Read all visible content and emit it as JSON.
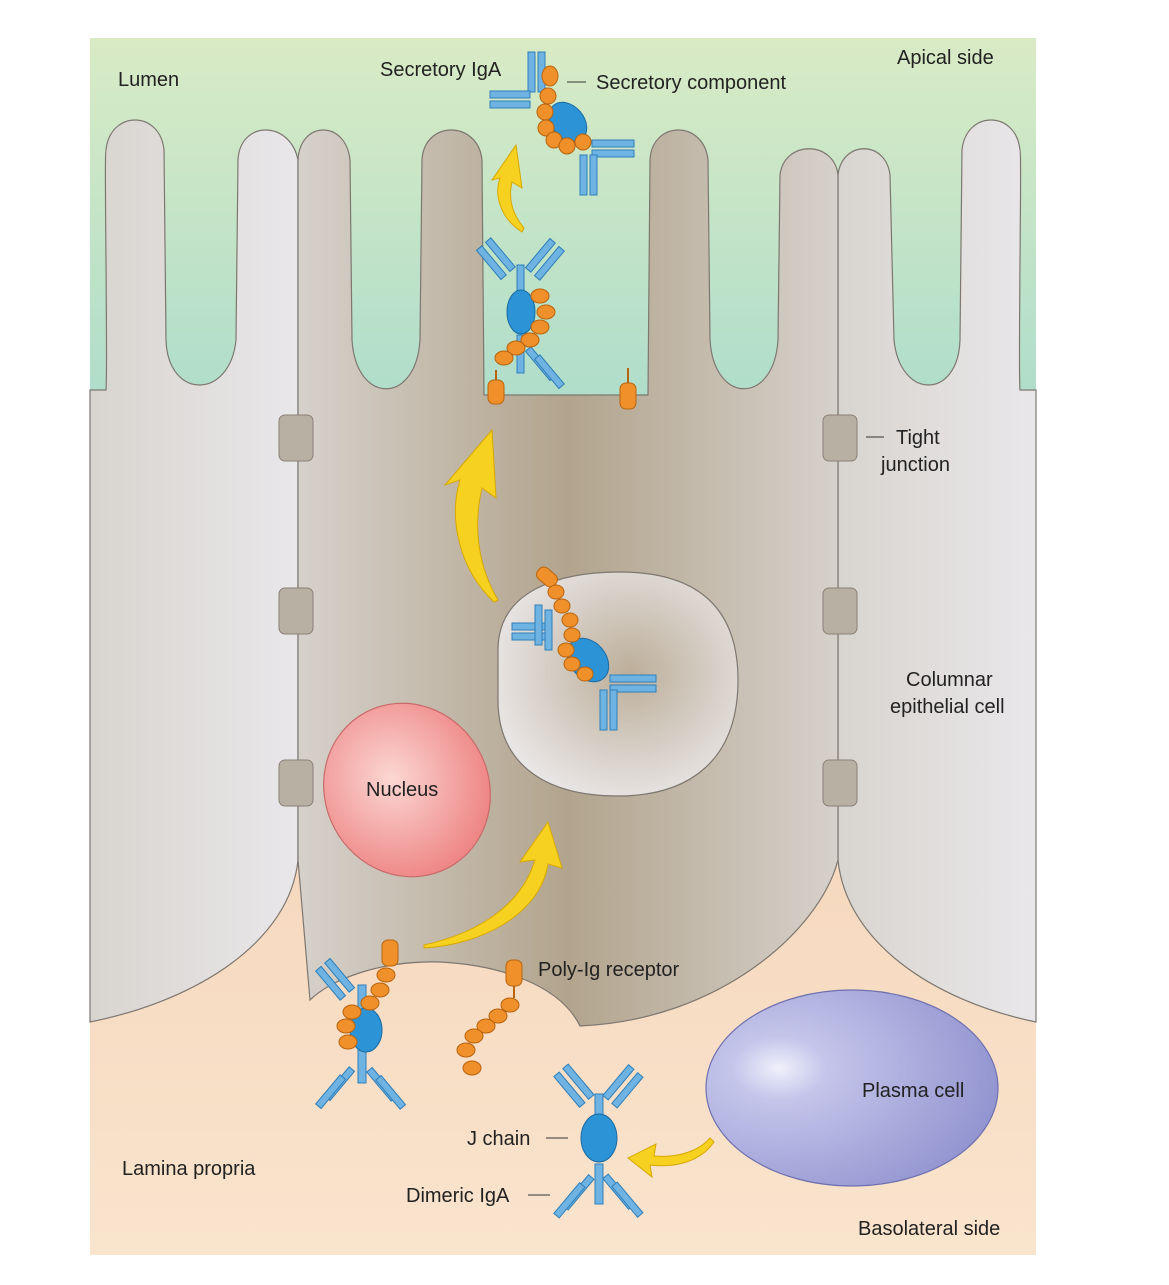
{
  "labels": {
    "lumen": "Lumen",
    "secretory_iga": "Secretory IgA",
    "secretory_component": "Secretory component",
    "apical_side": "Apical side",
    "tight_junction_line1": "Tight",
    "tight_junction_line2": "junction",
    "columnar_line1": "Columnar",
    "columnar_line2": "epithelial cell",
    "nucleus": "Nucleus",
    "poly_ig_receptor": "Poly-Ig receptor",
    "plasma_cell": "Plasma cell",
    "j_chain": "J chain",
    "dimeric_iga": "Dimeric IgA",
    "lamina_propria": "Lamina propria",
    "basolateral_side": "Basolateral side"
  },
  "colors": {
    "lumen_top": "#d6e9c4",
    "lumen_bottom": "#a9dccb",
    "cell_gray": "#d4cfc9",
    "cell_center": "#b3a58f",
    "lamina_propria": "#f7dcc0",
    "antibody": "#6fb3e3",
    "poly_ig_bead": "#f0902a",
    "nucleus": "#f08080",
    "plasma_cell": "#9e9fd6",
    "arrow": "#f7d21e"
  },
  "icons": {
    "antibody": "y-shaped-antibody-icon",
    "receptor": "bead-chain-icon",
    "arrow": "curved-arrow-icon"
  }
}
